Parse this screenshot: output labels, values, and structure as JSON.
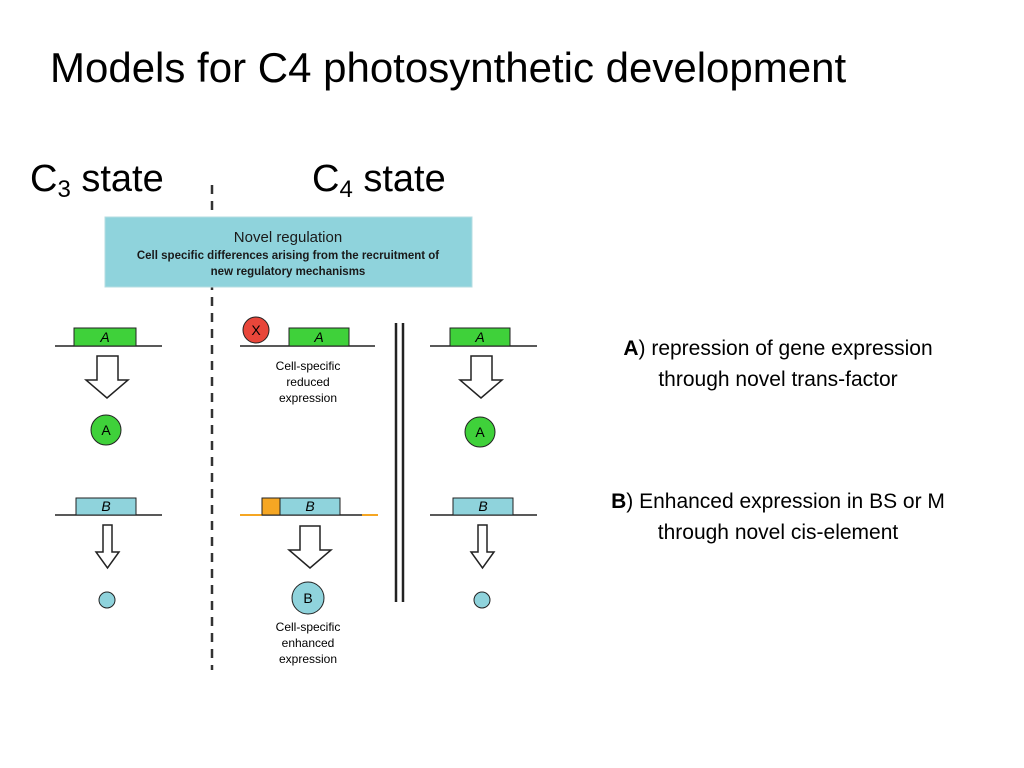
{
  "title": "Models for C4 photosynthetic development",
  "states": {
    "c3": {
      "base": "C",
      "sub": "3",
      "text": " state"
    },
    "c4": {
      "base": "C",
      "sub": "4",
      "text": " state"
    }
  },
  "novel_regulation": {
    "heading": "Novel regulation",
    "line1": "Cell specific differences arising from the recruitment of",
    "line2": "new regulatory mechanisms"
  },
  "genes": {
    "a": "A",
    "b": "B"
  },
  "proteins": {
    "a": "A",
    "b": "B"
  },
  "repressor_mark": "X",
  "reduced_label": [
    "Cell-specific",
    "reduced",
    "expression"
  ],
  "enhanced_label": [
    "Cell-specific",
    "enhanced",
    "expression"
  ],
  "captions": {
    "a": {
      "letter": "A",
      "text": ") repression of gene expression",
      "line2": "through novel trans-factor"
    },
    "b": {
      "letter": "B",
      "text": ") Enhanced expression in BS or M",
      "line2": "through novel cis-element"
    }
  },
  "colors": {
    "gene_a": "#3fd13a",
    "gene_b": "#8fd3dc",
    "novel_box": "#8fd3dc",
    "repressor": "#e8463a",
    "cis_element": "#f5a623"
  }
}
